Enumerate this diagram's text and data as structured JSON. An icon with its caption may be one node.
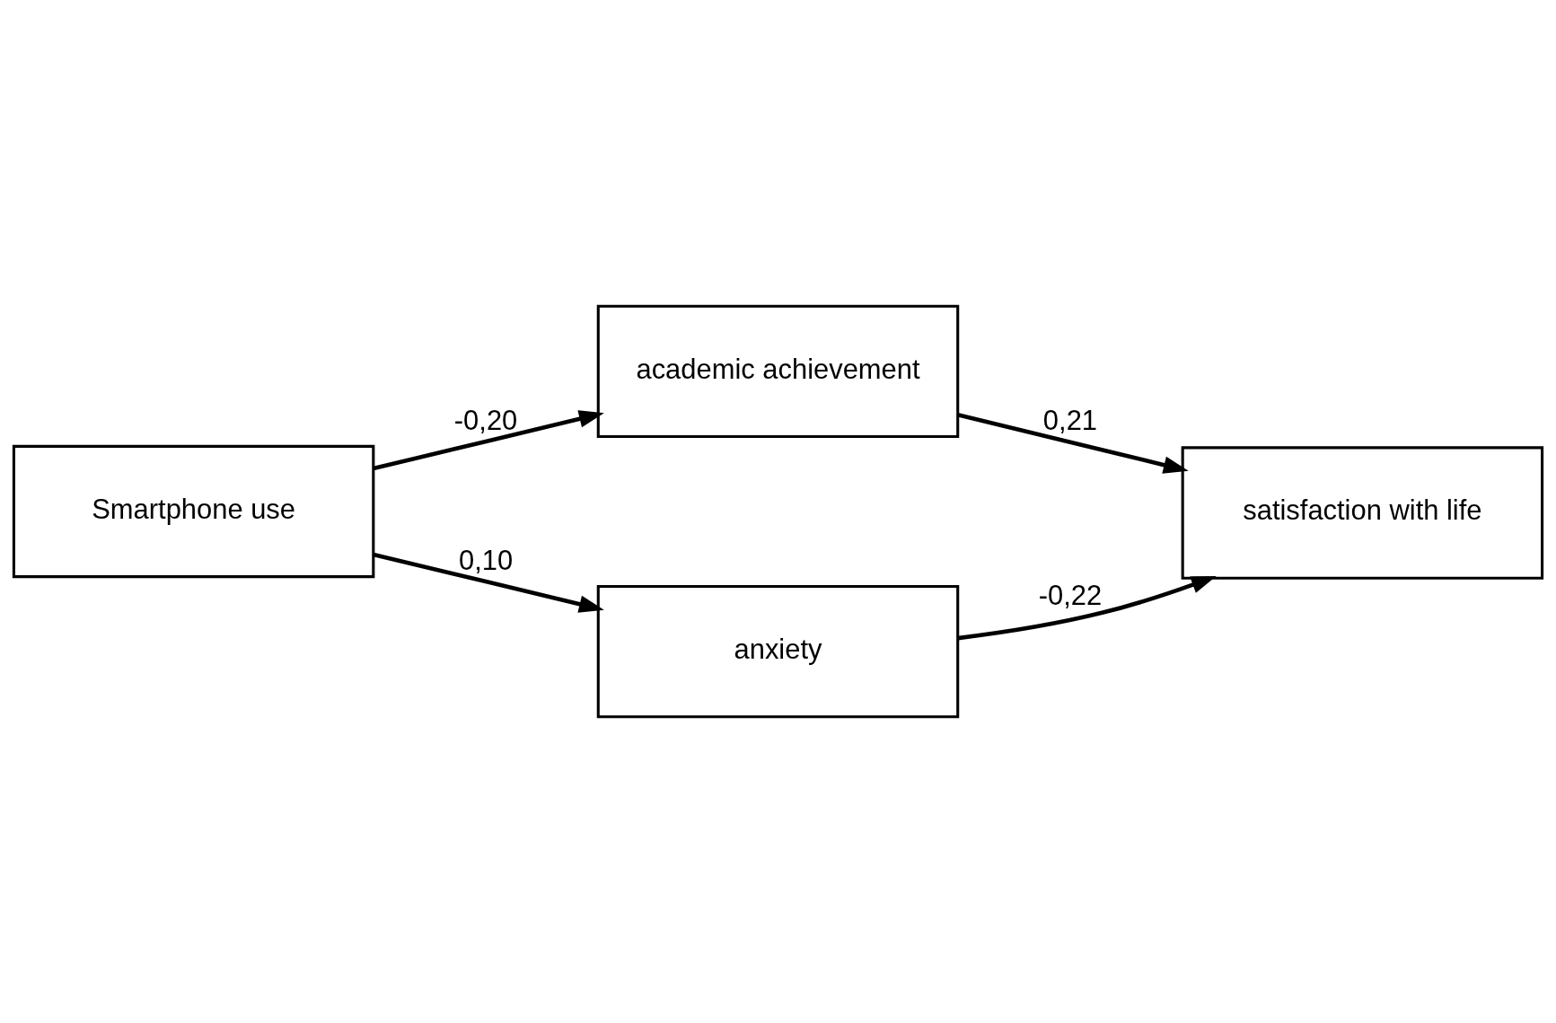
{
  "diagram": {
    "nodes": [
      {
        "text": [
          "academic achievement"
        ]
      },
      {
        "text": [
          "Smartphone use"
        ]
      },
      {
        "text": [
          "satisfaction with life"
        ]
      },
      {
        "text": [
          "anxiety"
        ]
      }
    ],
    "edges": [
      {
        "from": 1,
        "to": 0,
        "arrow": "to",
        "label": "-0,20"
      },
      {
        "from": 0,
        "to": 2,
        "arrow": "to",
        "label": "0,21"
      },
      {
        "from": 1,
        "to": 3,
        "arrow": "to",
        "label": "0,10"
      },
      {
        "from": 3,
        "to": 2,
        "arrow": "to",
        "label": "-0,22"
      }
    ]
  }
}
